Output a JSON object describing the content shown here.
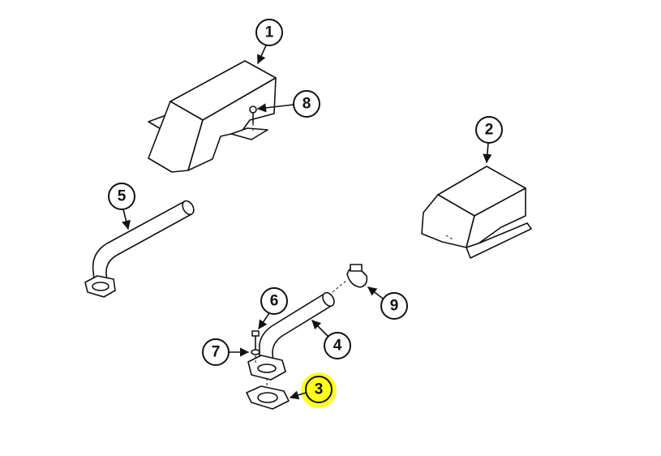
{
  "diagram": {
    "callouts": [
      {
        "label": "1",
        "part": "cover-upper"
      },
      {
        "label": "2",
        "part": "cover-right"
      },
      {
        "label": "3",
        "part": "gasket",
        "highlighted": true
      },
      {
        "label": "4",
        "part": "exhaust-pipe-lower"
      },
      {
        "label": "5",
        "part": "exhaust-pipe-left"
      },
      {
        "label": "6",
        "part": "bolt"
      },
      {
        "label": "7",
        "part": "lockwasher"
      },
      {
        "label": "8",
        "part": "screw"
      },
      {
        "label": "9",
        "part": "clamp"
      }
    ],
    "highlight_color": "#ffff1a"
  }
}
